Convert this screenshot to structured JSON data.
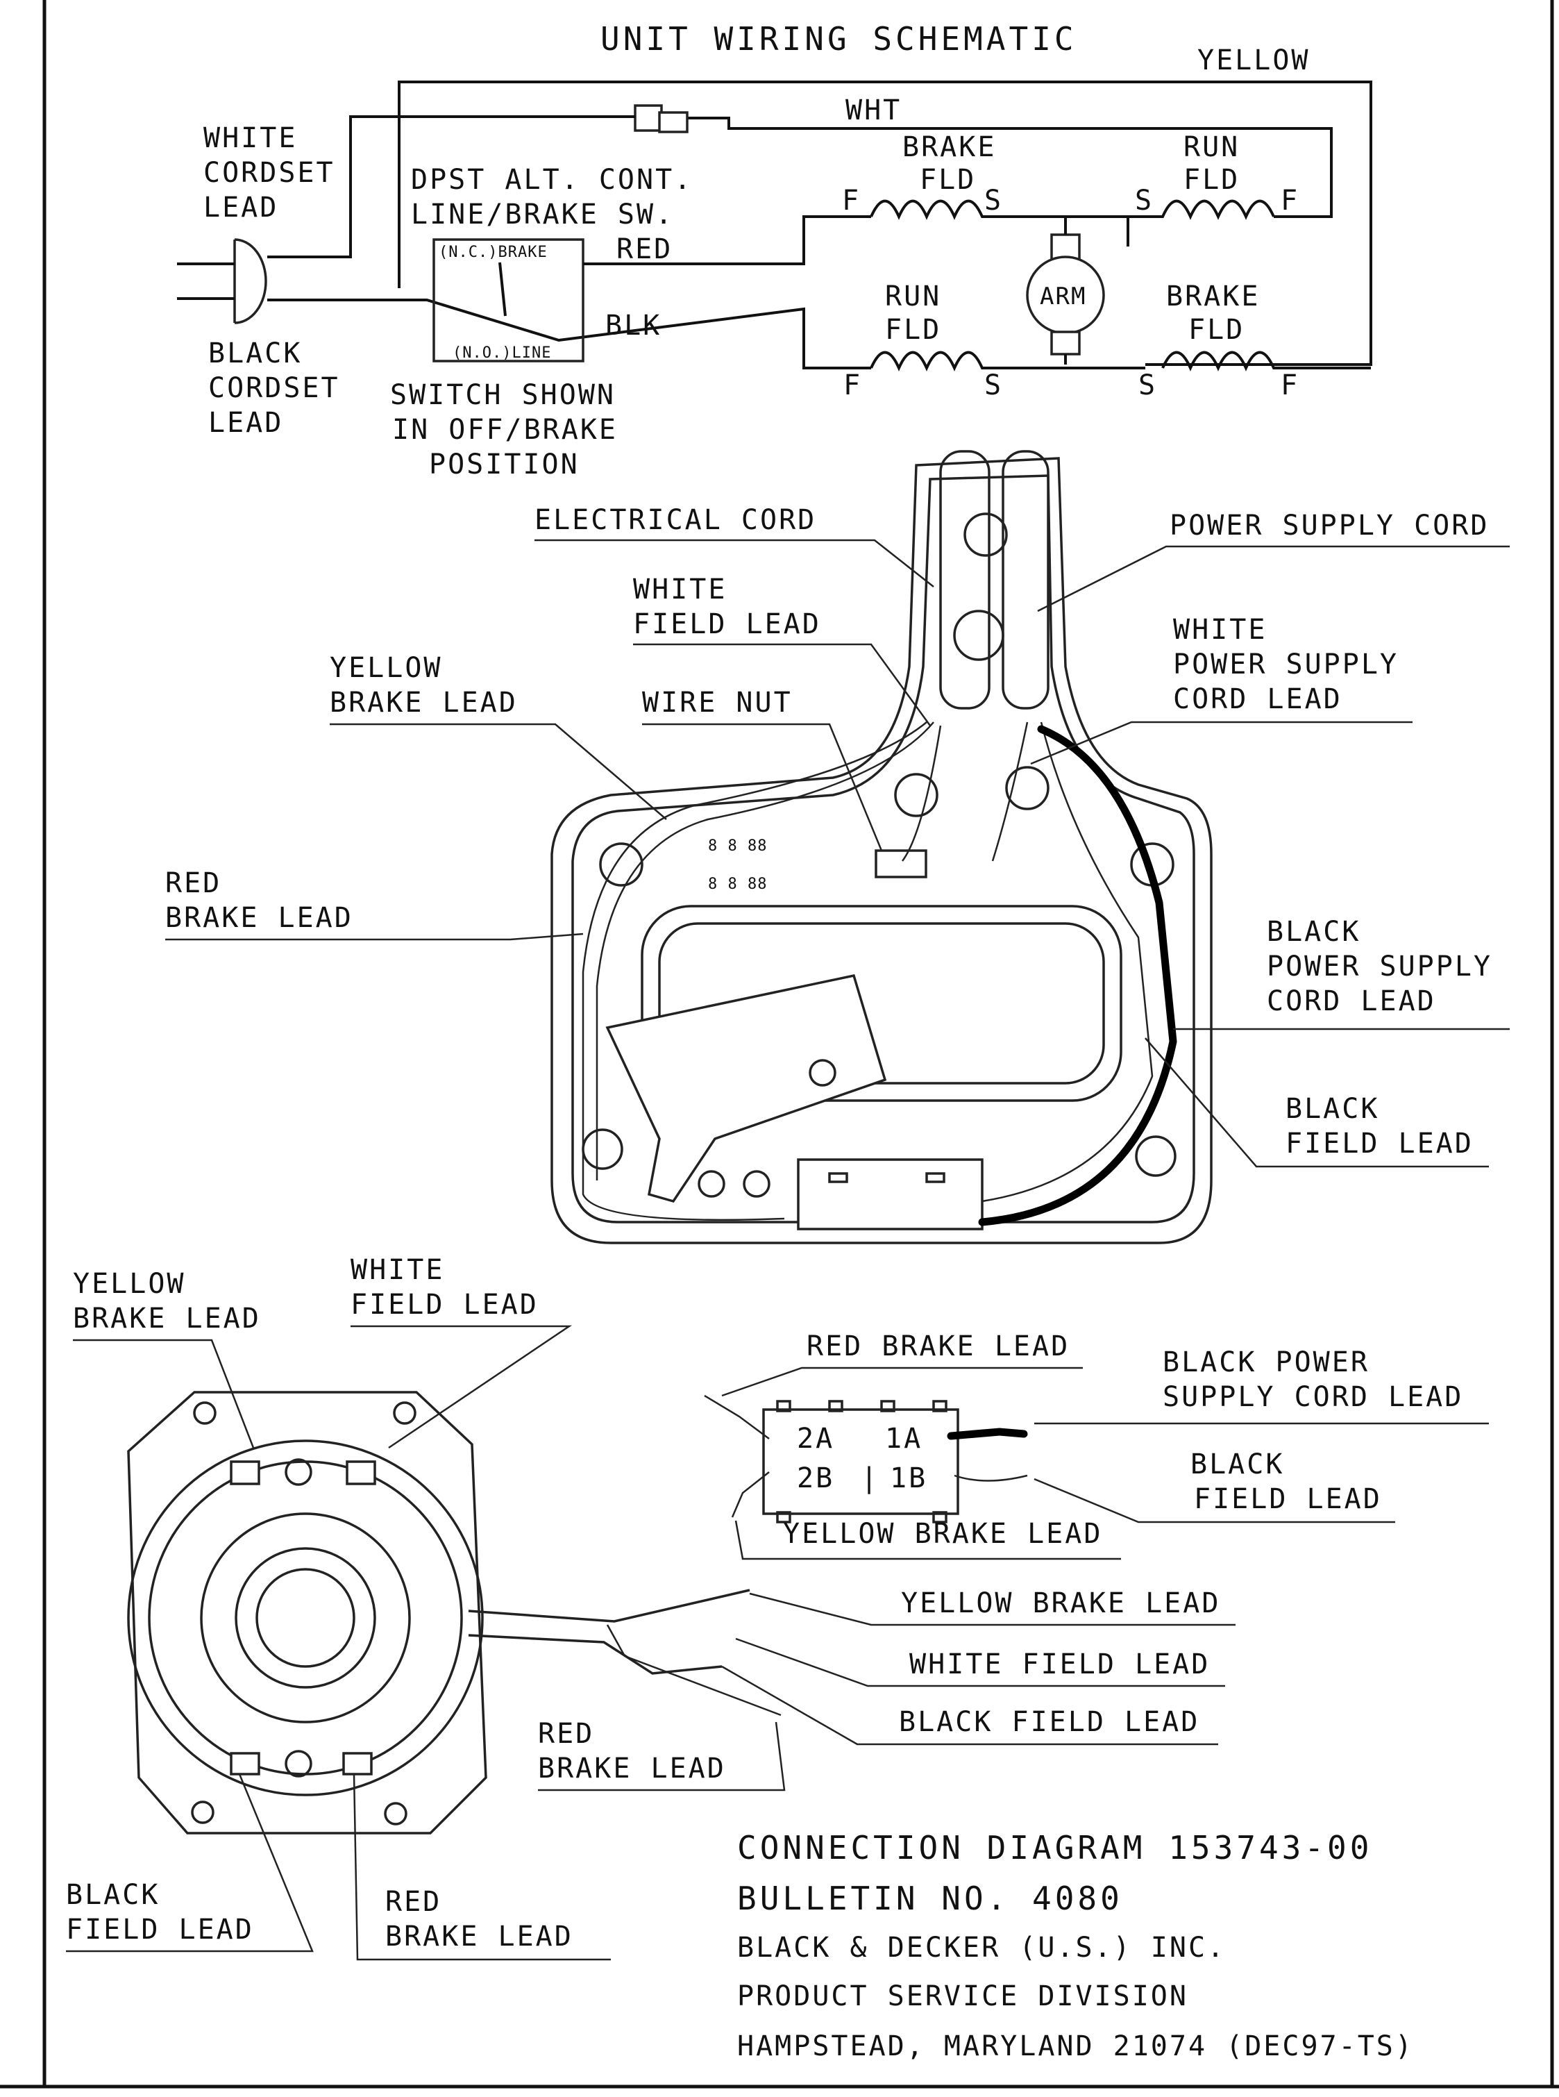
{
  "schematic": {
    "title": "UNIT WIRING SCHEMATIC",
    "yellow": "YELLOW",
    "wht": "WHT",
    "white_cordset": [
      "WHITE",
      "CORDSET",
      "LEAD"
    ],
    "black_cordset": [
      "BLACK",
      "CORDSET",
      "LEAD"
    ],
    "switch_desc": [
      "DPST ALT. CONT.",
      "LINE/BRAKE SW."
    ],
    "switch_nc": "(N.C.)BRAKE",
    "switch_no": "(N.O.)LINE",
    "red": "RED",
    "blk": "BLK",
    "switch_note": [
      "SWITCH SHOWN",
      "IN OFF/BRAKE",
      "POSITION"
    ],
    "brake_fld_top": [
      "BRAKE",
      "FLD"
    ],
    "run_fld_top": [
      "RUN",
      "FLD"
    ],
    "run_fld_bottom": [
      "RUN",
      "FLD"
    ],
    "brake_fld_bottom": [
      "BRAKE",
      "FLD"
    ],
    "arm": "ARM",
    "f": "F",
    "s": "S"
  },
  "housing_labels": {
    "electrical_cord": "ELECTRICAL CORD",
    "power_supply_cord": "POWER SUPPLY CORD",
    "white_field_lead": [
      "WHITE",
      "FIELD LEAD"
    ],
    "white_power_supply": [
      "WHITE",
      "POWER SUPPLY",
      "CORD LEAD"
    ],
    "yellow_brake_lead": [
      "YELLOW",
      "BRAKE LEAD"
    ],
    "wire_nut": "WIRE NUT",
    "red_brake_lead": [
      "RED",
      "BRAKE LEAD"
    ],
    "black_power_supply": [
      "BLACK",
      "POWER SUPPLY",
      "CORD LEAD"
    ],
    "black_field_lead": [
      "BLACK",
      "FIELD LEAD"
    ]
  },
  "field_labels": {
    "yellow_brake_lead": [
      "YELLOW",
      "BRAKE LEAD"
    ],
    "white_field_lead": [
      "WHITE",
      "FIELD LEAD"
    ],
    "yellow_brake_lead_right": "YELLOW BRAKE LEAD",
    "white_field_lead_right": "WHITE FIELD LEAD",
    "black_field_lead_right": "BLACK FIELD LEAD",
    "red_brake_lead": [
      "RED",
      "BRAKE LEAD"
    ],
    "black_field_lead_bottom": [
      "BLACK",
      "FIELD LEAD"
    ],
    "red_brake_lead_bottom": [
      "RED",
      "BRAKE LEAD"
    ]
  },
  "switch_detail": {
    "red_brake_lead": "RED BRAKE LEAD",
    "black_power_supply": [
      "BLACK POWER",
      "SUPPLY CORD LEAD"
    ],
    "black_field_lead": [
      "BLACK",
      "FIELD LEAD"
    ],
    "yellow_brake_lead": "YELLOW BRAKE LEAD",
    "t2a": "2A",
    "t1a": "1A",
    "t2b": "2B",
    "t1b": "1B",
    "divider": "|"
  },
  "footer": {
    "connection_diagram": "CONNECTION DIAGRAM 153743-00",
    "bulletin": "BULLETIN NO. 4080",
    "company": "BLACK & DECKER (U.S.) INC.",
    "division": "PRODUCT SERVICE DIVISION",
    "address": "HAMPSTEAD, MARYLAND 21074 (DEC97-TS)"
  }
}
